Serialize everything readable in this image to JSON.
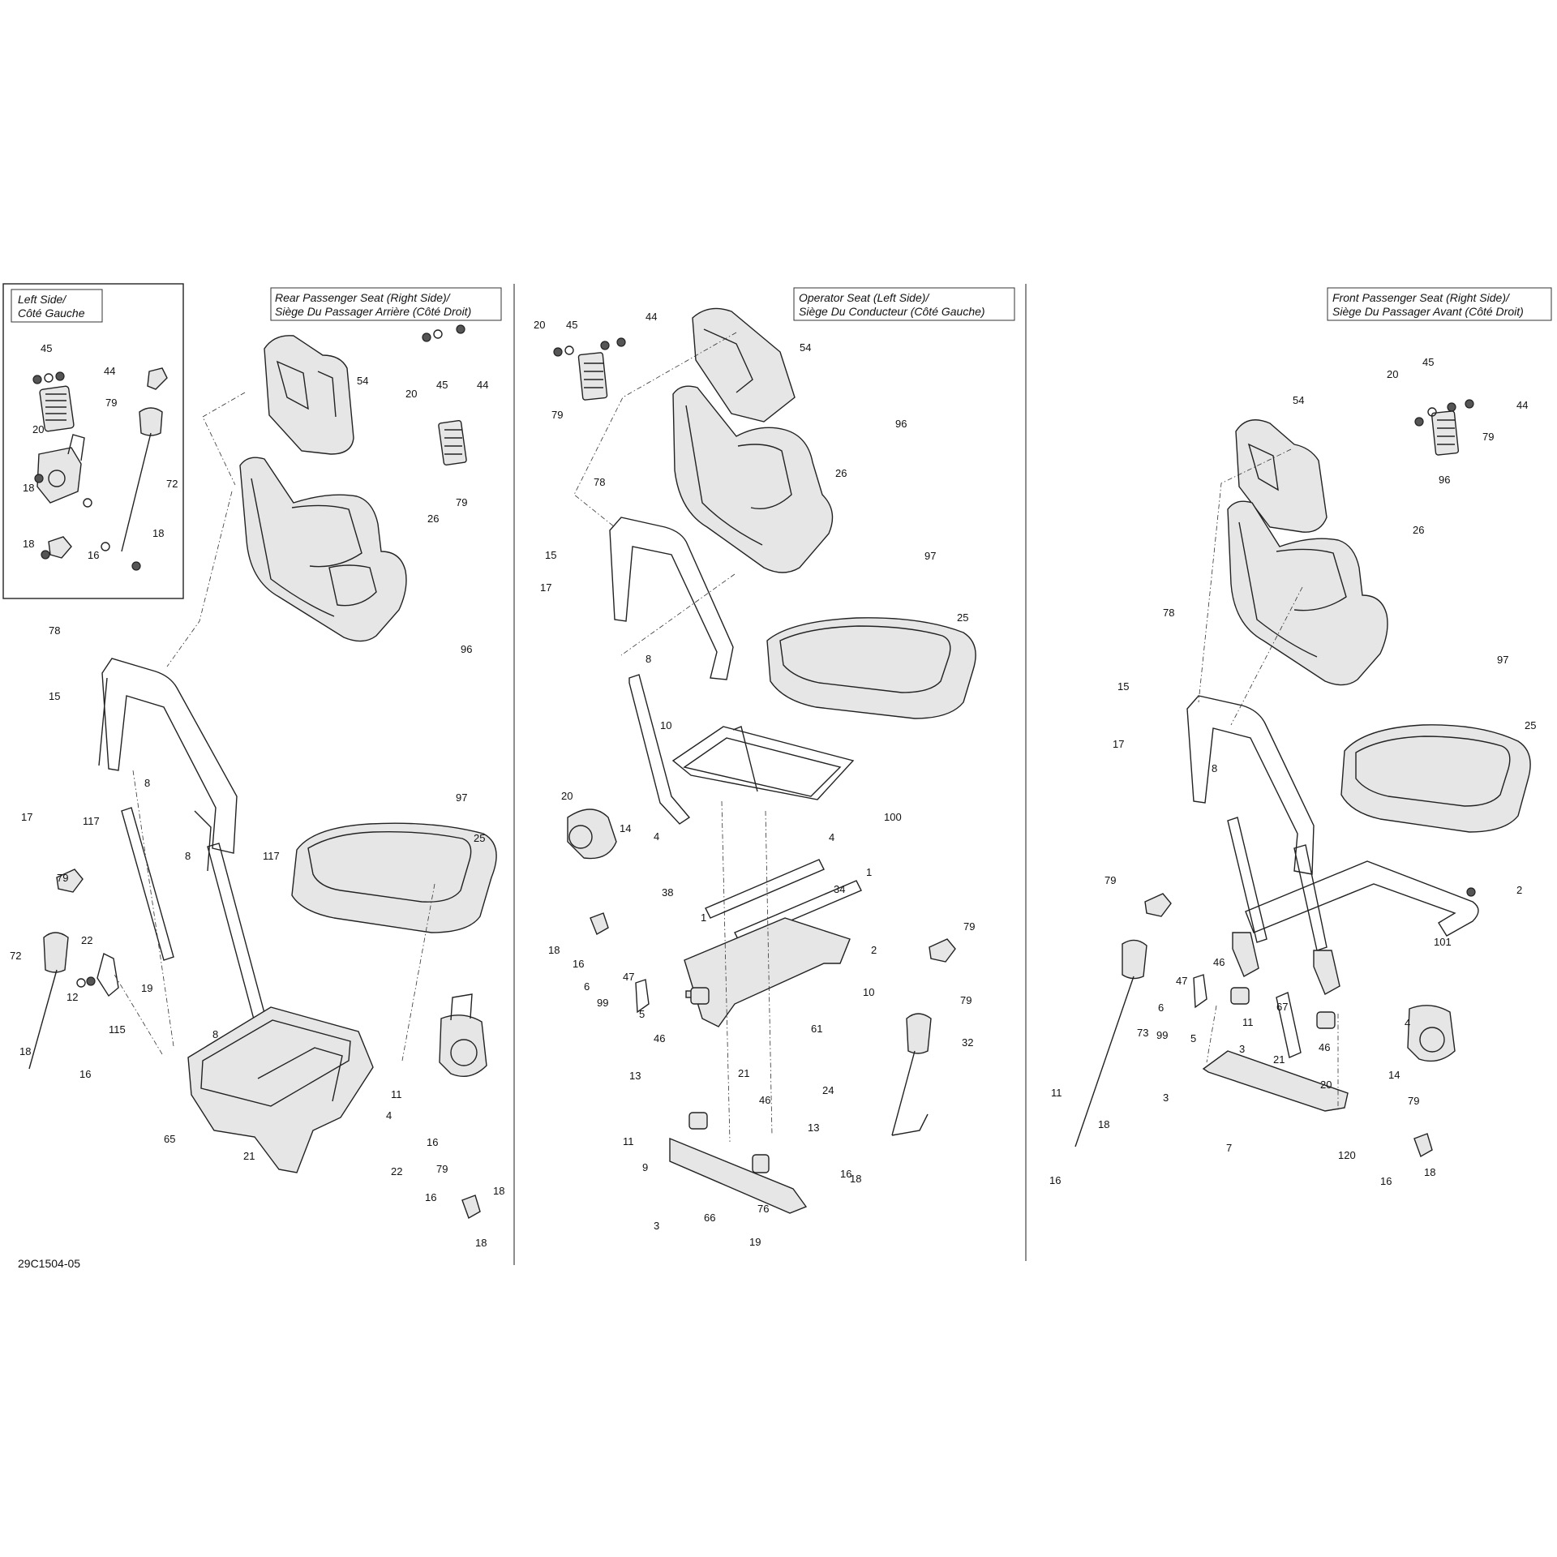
{
  "drawing_code": "29C1504-05",
  "sections": [
    {
      "id": "left-side",
      "lines": [
        "Left Side/",
        "Côté Gauche"
      ]
    },
    {
      "id": "rear-passenger",
      "lines": [
        "Rear Passenger Seat (Right Side)/",
        "Siège Du Passager Arrière (Côté Droit)"
      ]
    },
    {
      "id": "operator",
      "lines": [
        "Operator Seat (Left Side)/",
        "Siège Du Conducteur (Côté Gauche)"
      ]
    },
    {
      "id": "front-passenger",
      "lines": [
        "Front Passenger Seat (Right Side)/",
        "Siège Du Passager Avant (Côté Droit)"
      ]
    }
  ],
  "callouts": {
    "left_side": [
      "45",
      "44",
      "79",
      "20",
      "72",
      "18",
      "18",
      "16",
      "18"
    ],
    "rear": [
      "54",
      "20",
      "45",
      "44",
      "79",
      "26",
      "96",
      "78",
      "15",
      "17",
      "8",
      "117",
      "8",
      "117",
      "97",
      "25",
      "79",
      "72",
      "22",
      "12",
      "19",
      "115",
      "8",
      "18",
      "16",
      "65",
      "21",
      "11",
      "4",
      "22",
      "16",
      "79",
      "18",
      "16",
      "18"
    ],
    "operator": [
      "45",
      "44",
      "20",
      "79",
      "54",
      "96",
      "26",
      "78",
      "15",
      "17",
      "8",
      "97",
      "25",
      "10",
      "20",
      "14",
      "4",
      "4",
      "100",
      "1",
      "79",
      "38",
      "34",
      "1",
      "18",
      "16",
      "2",
      "79",
      "47",
      "6",
      "10",
      "99",
      "5",
      "61",
      "32",
      "46",
      "13",
      "21",
      "24",
      "46",
      "13",
      "11",
      "9",
      "3",
      "66",
      "76",
      "16",
      "18",
      "19"
    ],
    "front": [
      "45",
      "20",
      "44",
      "79",
      "54",
      "96",
      "26",
      "78",
      "97",
      "15",
      "17",
      "25",
      "8",
      "79",
      "2",
      "101",
      "46",
      "47",
      "6",
      "99",
      "5",
      "67",
      "11",
      "3",
      "21",
      "46",
      "4",
      "73",
      "14",
      "79",
      "20",
      "3",
      "11",
      "16",
      "18",
      "7",
      "120",
      "16",
      "18"
    ]
  }
}
